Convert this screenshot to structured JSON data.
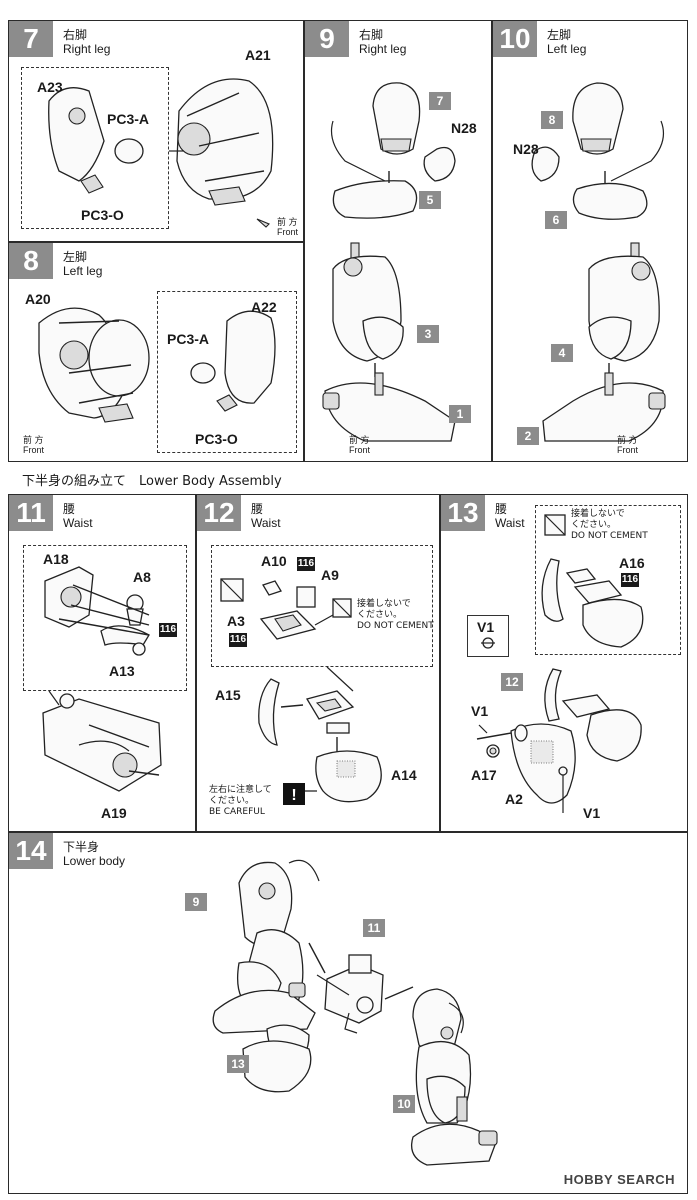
{
  "section": {
    "title": "下半身の組み立て　Lower Body Assembly"
  },
  "front": {
    "jp": "前 方",
    "en": "Front"
  },
  "steps": {
    "s7": {
      "num": "7",
      "jp": "右脚",
      "en": "Right leg"
    },
    "s8": {
      "num": "8",
      "jp": "左脚",
      "en": "Left leg"
    },
    "s9": {
      "num": "9",
      "jp": "右脚",
      "en": "Right leg"
    },
    "s10": {
      "num": "10",
      "jp": "左脚",
      "en": "Left leg"
    },
    "s11": {
      "num": "11",
      "jp": "腰",
      "en": "Waist"
    },
    "s12": {
      "num": "12",
      "jp": "腰",
      "en": "Waist"
    },
    "s13": {
      "num": "13",
      "jp": "腰",
      "en": "Waist"
    },
    "s14": {
      "num": "14",
      "jp": "下半身",
      "en": "Lower body"
    }
  },
  "parts": {
    "a23": "A23",
    "a21": "A21",
    "pc3a": "PC3-A",
    "pc3o": "PC3-O",
    "a20": "A20",
    "a22": "A22",
    "n28": "N28",
    "a18": "A18",
    "a8": "A8",
    "a13": "A13",
    "a19": "A19",
    "a10": "A10",
    "a9": "A9",
    "a3": "A3",
    "a15": "A15",
    "a14": "A14",
    "v1": "V1",
    "a16": "A16",
    "a17": "A17",
    "a2": "A2",
    "tag116": "116"
  },
  "refs": {
    "r7": "7",
    "r8": "8",
    "r5": "5",
    "r6": "6",
    "r3": "3",
    "r4": "4",
    "r1": "1",
    "r2": "2",
    "r12": "12",
    "r9": "9",
    "r11": "11",
    "r13": "13",
    "r10": "10"
  },
  "notes": {
    "no_cement_jp": "接着しないで\nください。",
    "no_cement_en": "DO NOT CEMENT",
    "careful_jp": "左右に注意して\nください。",
    "careful_en": "BE CAREFUL"
  },
  "watermark": "HOBBY SEARCH",
  "colors": {
    "step_bg": "#8c8c8c",
    "tag_bg": "#1a1a1a",
    "line": "#222222"
  }
}
